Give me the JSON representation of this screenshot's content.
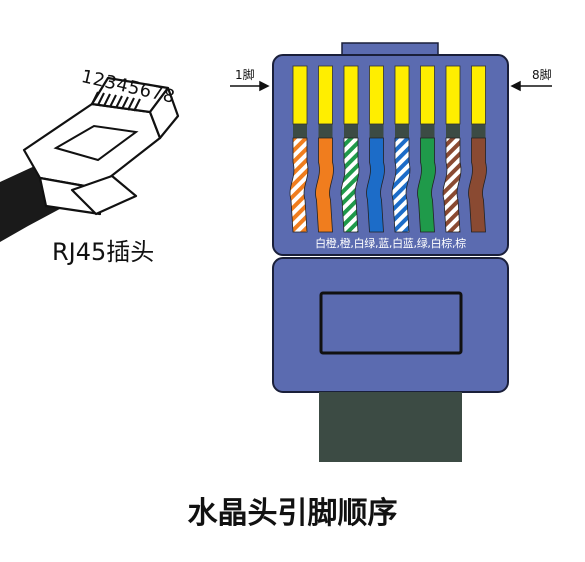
{
  "plug": {
    "pin_numbers": "12345678",
    "caption": "RJ45插头"
  },
  "connector": {
    "pin1_label": "1脚",
    "pin8_label": "8脚",
    "order_text": "白橙,橙,白绿,蓝,白蓝,绿,白棕,棕",
    "body_color": "#5b6bb0",
    "cable_color": "#3c4b44",
    "contact_color": "#ffee00",
    "wires": [
      {
        "name": "白橙",
        "color": "#f07d1e",
        "striped": true
      },
      {
        "name": "橙",
        "color": "#f07d1e",
        "striped": false
      },
      {
        "name": "白绿",
        "color": "#1f9a4a",
        "striped": true
      },
      {
        "name": "蓝",
        "color": "#1c6cc8",
        "striped": false
      },
      {
        "name": "白蓝",
        "color": "#1c6cc8",
        "striped": true
      },
      {
        "name": "绿",
        "color": "#1f9a4a",
        "striped": false
      },
      {
        "name": "白棕",
        "color": "#8a4a32",
        "striped": true
      },
      {
        "name": "棕",
        "color": "#8a4a32",
        "striped": false
      }
    ]
  },
  "title": "水晶头引脚顺序"
}
